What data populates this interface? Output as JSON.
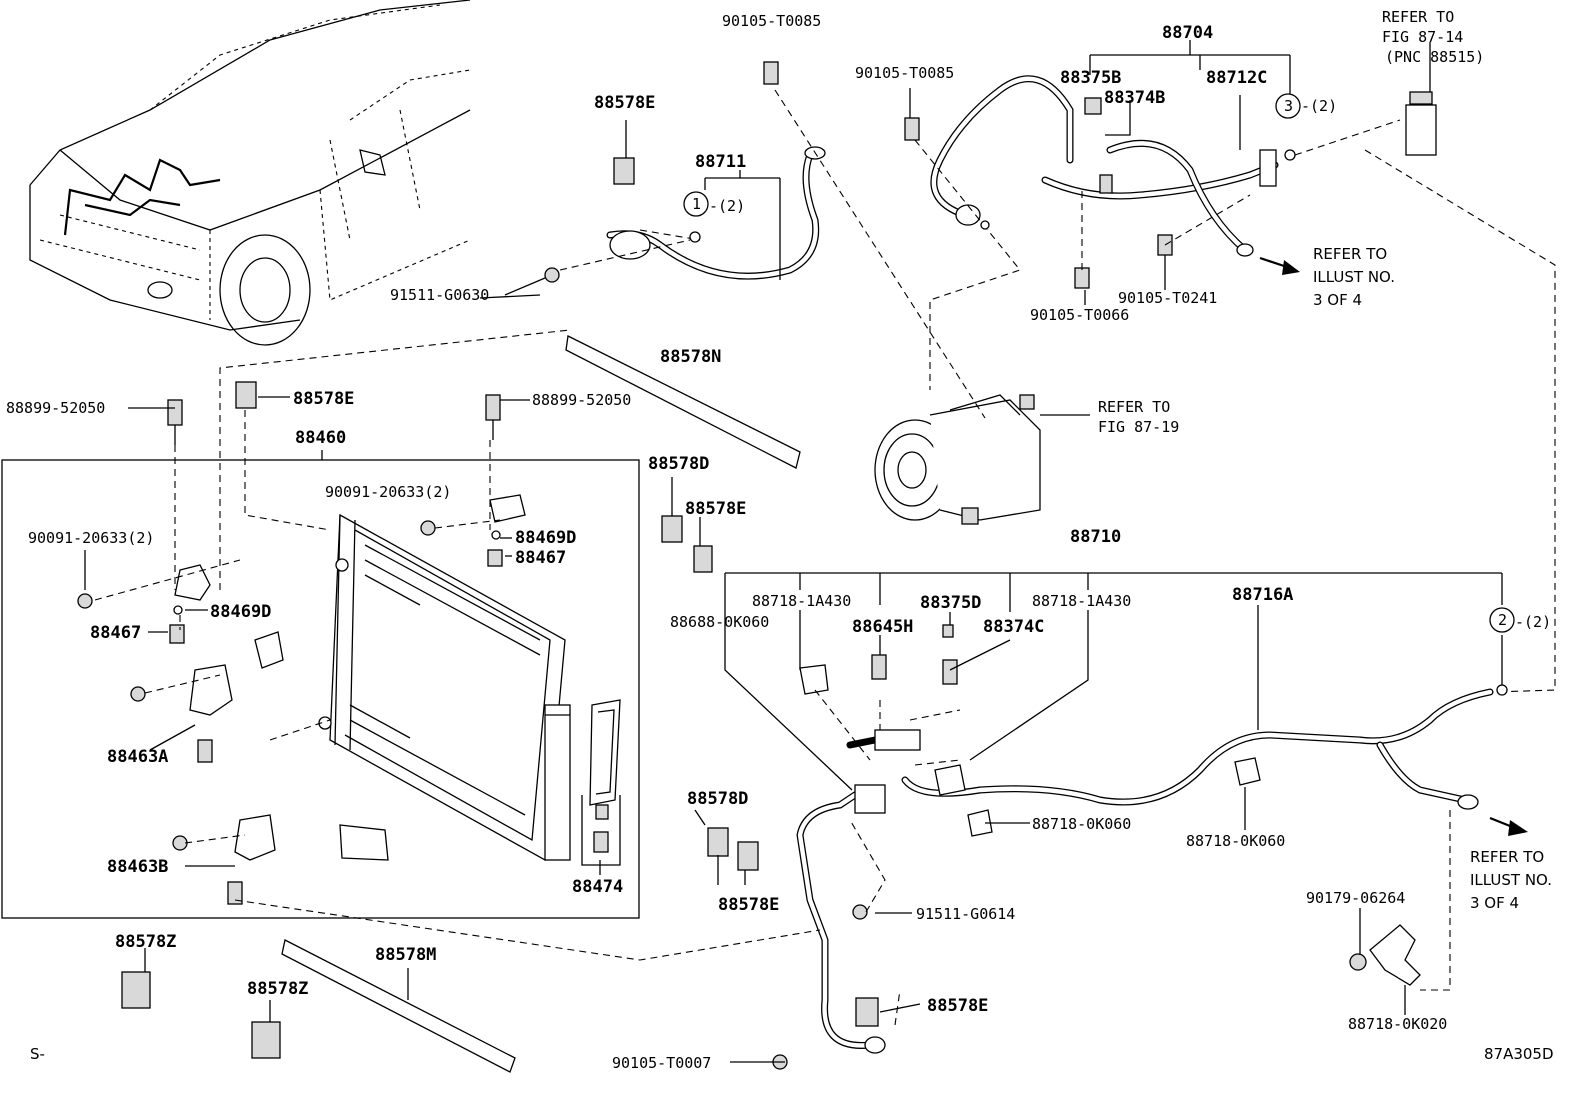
{
  "labels": {
    "p88704": "88704",
    "p88711": "88711",
    "p88710": "88710",
    "p88460": "88460",
    "p88716A": "88716A",
    "p88712C": "88712C",
    "p88375B": "88375B",
    "p88374B": "88374B",
    "p88375D": "88375D",
    "p88374C": "88374C",
    "p88645H": "88645H",
    "p88578E_1": "88578E",
    "p88578E_2": "88578E",
    "p88578E_3": "88578E",
    "p88578E_4": "88578E",
    "p88578E_5": "88578E",
    "p88578N": "88578N",
    "p88578M": "88578M",
    "p88578D_1": "88578D",
    "p88578D_2": "88578D",
    "p88578Z_1": "88578Z",
    "p88578Z_2": "88578Z",
    "p88469D_1": "88469D",
    "p88469D_2": "88469D",
    "p88467_1": "88467",
    "p88467_2": "88467",
    "p88463A": "88463A",
    "p88463B": "88463B",
    "p88474": "88474",
    "p90105T0085_1": "90105-T0085",
    "p90105T0085_2": "90105-T0085",
    "p90105T0066": "90105-T0066",
    "p90105T0241": "90105-T0241",
    "p90105T0007": "90105-T0007",
    "p91511G0630": "91511-G0630",
    "p91511G0614": "91511-G0614",
    "p88899_1": "88899-52050",
    "p88899_2": "88899-52050",
    "p90091_1": "90091-20633(2)",
    "p90091_2": "90091-20633(2)",
    "p887181A430_1": "88718-1A430",
    "p887181A430_2": "88718-1A430",
    "p886880K060": "88688-0K060",
    "p887180K060_1": "88718-0K060",
    "p887180K060_2": "88718-0K060",
    "p887180K020": "88718-0K020",
    "p9017906264": "90179-06264",
    "circle1": "1",
    "circle2": "2",
    "circle3": "3",
    "qty": "-(2)",
    "refer_fig87_14_l1": "REFER TO",
    "refer_fig87_14_l2": "FIG 87-14",
    "refer_fig87_14_l3": "(PNC 88515)",
    "refer_fig87_19_l1": "REFER TO",
    "refer_fig87_19_l2": "FIG 87-19",
    "refer_illust_a_l1": "REFER TO",
    "refer_illust_a_l2": "ILLUST NO.",
    "refer_illust_a_l3": "3 OF 4",
    "refer_illust_b_l1": "REFER TO",
    "refer_illust_b_l2": "ILLUST NO.",
    "refer_illust_b_l3": "3 OF 4",
    "corner_left": "S-",
    "corner_right": "87A305D"
  }
}
